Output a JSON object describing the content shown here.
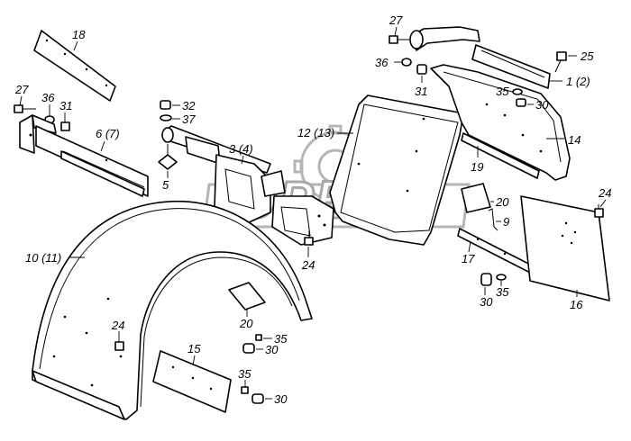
{
  "labels": {
    "l18": "18",
    "l27a": "27",
    "l36a": "36",
    "l31a": "31",
    "l6": "6 (7)",
    "l32": "32",
    "l37": "37",
    "l5": "5",
    "l34": "3 (4)",
    "l12": "12 (13)",
    "l27b": "27",
    "l36b": "36",
    "l31b": "31",
    "l25": "25",
    "l1": "1 (2)",
    "l35a": "35",
    "l30a": "30",
    "l14": "14",
    "l19": "19",
    "l20a": "20",
    "l9": "9",
    "l24a": "24",
    "l17": "17",
    "l35b": "35",
    "l30b": "30",
    "l16": "16",
    "l10": "10 (11)",
    "l24b": "24",
    "l24c": "24",
    "l20b": "20",
    "l35c": "35",
    "l30c": "30",
    "l15": "15",
    "l35d": "35",
    "l30d": "30"
  },
  "watermark": {
    "text": "OPEX",
    "color": "#a8a8a8"
  }
}
